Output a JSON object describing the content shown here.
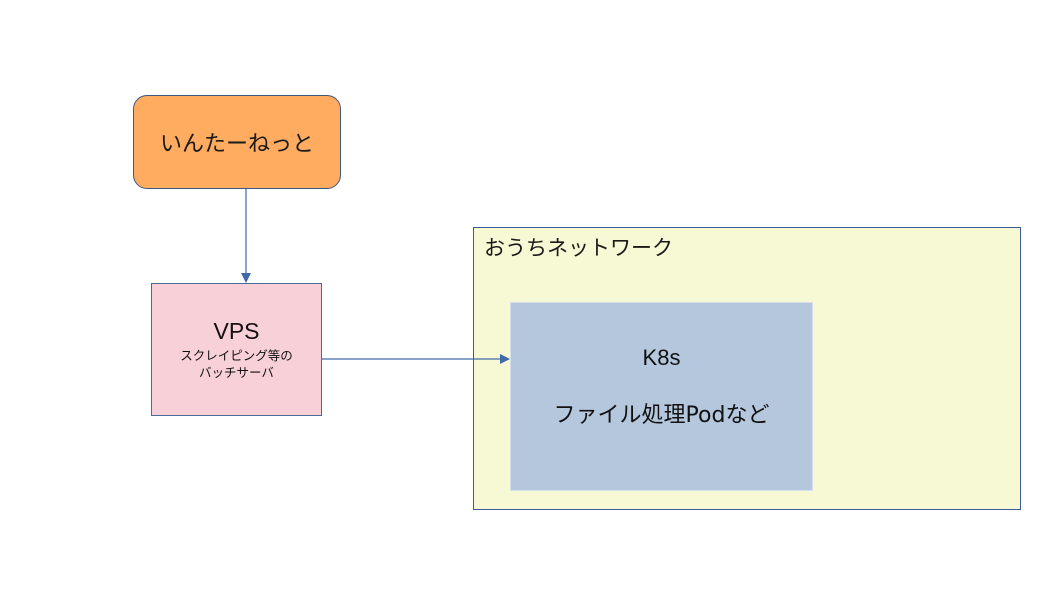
{
  "diagram": {
    "nodes": {
      "internet": {
        "label": "いんたーねっと",
        "fill": "#ffab60"
      },
      "vps": {
        "title": "VPS",
        "subtitle_line1": "スクレイピング等の",
        "subtitle_line2": "バッチサーバ",
        "fill": "#f8d0d8"
      },
      "home_network": {
        "label": "おうちネットワーク",
        "fill": "#f7f8d4"
      },
      "k8s": {
        "title": "K8s",
        "subtitle": "ファイル処理Podなど",
        "fill": "#b5c7dd"
      }
    },
    "edges": [
      {
        "from": "internet",
        "to": "vps"
      },
      {
        "from": "vps",
        "to": "k8s"
      }
    ],
    "colors": {
      "edge": "#3f6aa6"
    }
  }
}
